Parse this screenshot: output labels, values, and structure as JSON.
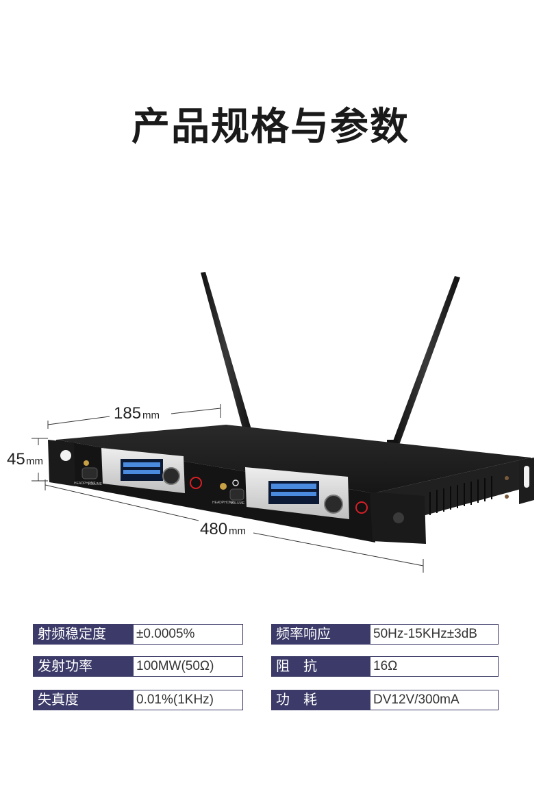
{
  "title": "产品规格与参数",
  "dimensions": {
    "depth": "185",
    "height": "45",
    "width": "480",
    "unit": "mm"
  },
  "device": {
    "jack_label_1": "HEADPHONE",
    "volume_label_1": "VOLUME",
    "jack_label_2": "HEADPHONE",
    "volume_label_2": "VOLUME"
  },
  "specs_left": [
    {
      "label": "射频稳定度",
      "value": "±0.0005%"
    },
    {
      "label": "发射功率",
      "value": "100MW(50Ω)"
    },
    {
      "label": "失真度",
      "value": "0.01%(1KHz)"
    }
  ],
  "specs_right": [
    {
      "label": "频率响应",
      "value": "50Hz-15KHz±3dB"
    },
    {
      "label": "阻　抗",
      "value": "16Ω"
    },
    {
      "label": "功　耗",
      "value": "DV12V/300mA"
    }
  ],
  "colors": {
    "spec_header": "#3b3a68",
    "device_body": "#1b1b1b",
    "display_blue": "#2f6fd0",
    "power_led": "#d61f26"
  }
}
